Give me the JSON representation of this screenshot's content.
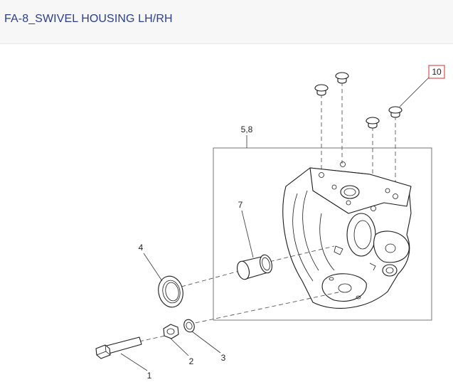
{
  "header": {
    "title": "FA-8_SWIVEL HOUSING LH/RH"
  },
  "callouts": {
    "c1": "1",
    "c2": "2",
    "c3": "3",
    "c4": "4",
    "c58": "5,8",
    "c7": "7",
    "c10": "10"
  },
  "colors": {
    "title": "#2c3e8c",
    "highlight_box": "#d9534f",
    "header_bg": "#f7f7f8"
  }
}
